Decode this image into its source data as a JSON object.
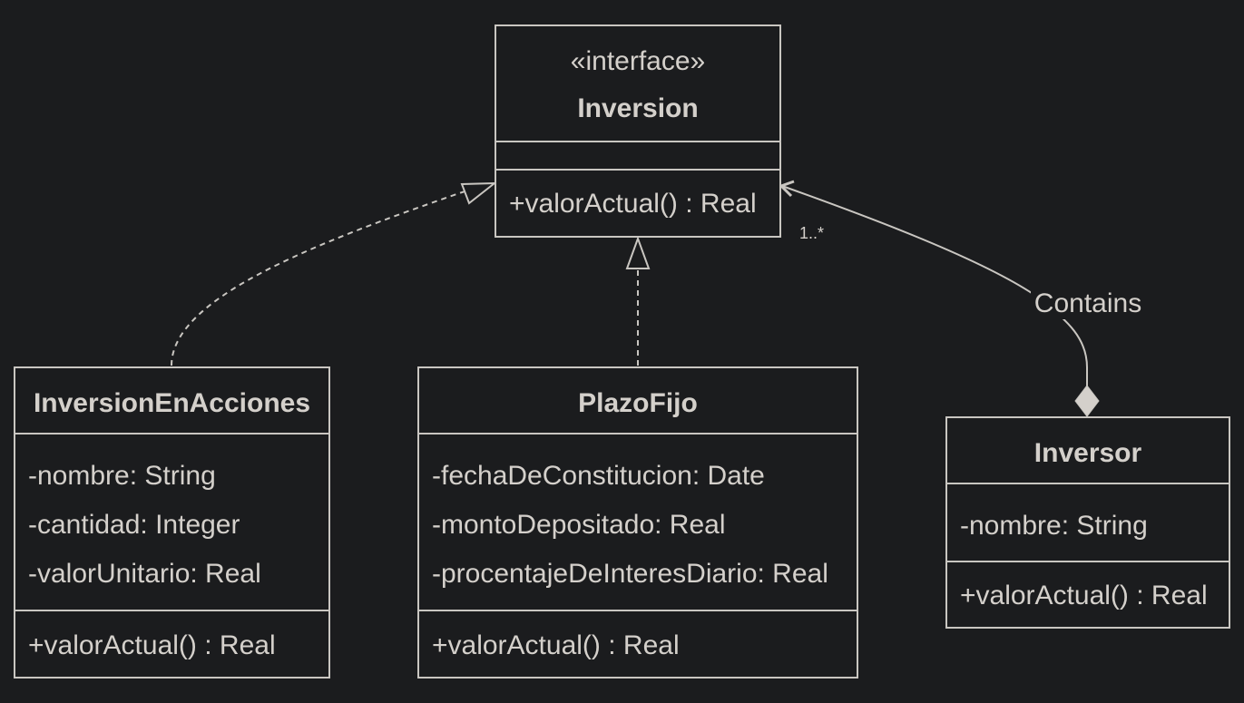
{
  "colors": {
    "background": "#1b1c1e",
    "line": "#c9c6c1",
    "text": "#d4d0cb"
  },
  "inversion": {
    "stereotype": "«interface»",
    "name": "Inversion",
    "methods": [
      "+valorActual() : Real"
    ]
  },
  "inversion_en_acciones": {
    "name": "InversionEnAcciones",
    "attributes": [
      "-nombre: String",
      "-cantidad: Integer",
      "-valorUnitario: Real"
    ],
    "methods": [
      "+valorActual() : Real"
    ]
  },
  "plazo_fijo": {
    "name": "PlazoFijo",
    "attributes": [
      "-fechaDeConstitucion: Date",
      "-montoDepositado: Real",
      "-procentajeDeInteresDiario: Real"
    ],
    "methods": [
      "+valorActual() : Real"
    ]
  },
  "inversor": {
    "name": "Inversor",
    "attributes": [
      "-nombre: String"
    ],
    "methods": [
      "+valorActual() : Real"
    ]
  },
  "relations": {
    "contains_label": "Contains",
    "multiplicity": "1..*"
  }
}
